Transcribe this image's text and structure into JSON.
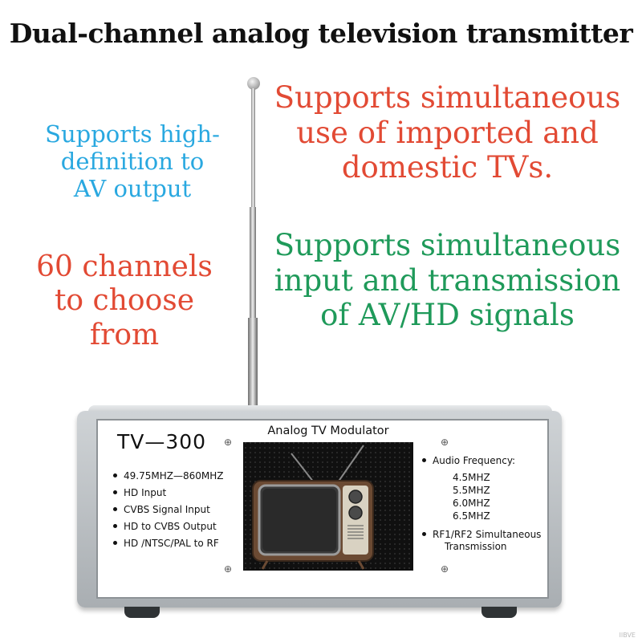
{
  "headline": "Dual-channel analog television transmitter",
  "callouts": {
    "hd_output": [
      "Supports high-",
      "definition to",
      "AV output"
    ],
    "channels": [
      "60 channels",
      "to choose",
      "from"
    ],
    "tv_support": [
      "Supports simultaneous",
      "use of imported and",
      "domestic TVs."
    ],
    "signals": [
      "Supports simultaneous",
      "input and transmission",
      "of AV/HD signals"
    ]
  },
  "colors": {
    "blue": "#29a8e0",
    "orange_red": "#e24a34",
    "green": "#1f9a5a"
  },
  "device": {
    "model": "TV—300",
    "screen_title": "Analog TV Modulator",
    "features": [
      "49.75MHZ—860MHZ",
      "HD   Input",
      "CVBS  Signal Input",
      "HD   to CVBS Output",
      "HD  /NTSC/PAL to RF"
    ],
    "audio_label": "Audio Frequency:",
    "audio_frequencies": [
      "4.5MHZ",
      "5.5MHZ",
      "6.0MHZ",
      "6.5MHZ"
    ],
    "rf": [
      "RF1/RF2  Simultaneous",
      "Transmission"
    ]
  },
  "icons": {
    "antenna": "telescopic-antenna-icon",
    "retro_tv": "retro-tv-icon",
    "screw": "screw-icon"
  },
  "watermark": "IIBVE"
}
